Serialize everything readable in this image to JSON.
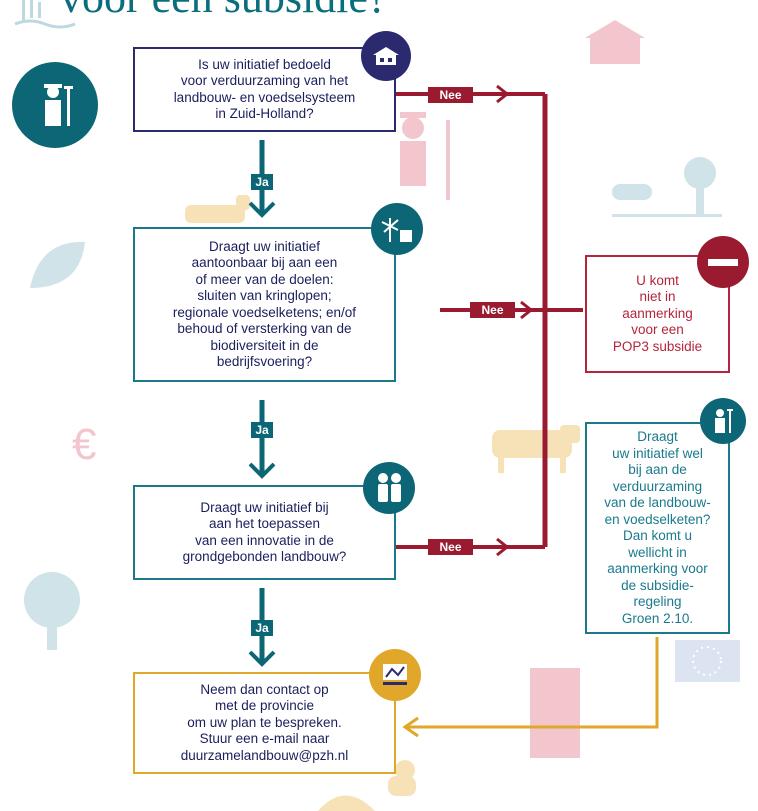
{
  "title": "voor een subsidie?",
  "nodes": {
    "q1": "Is uw initiatief bedoeld\nvoor verduurzaming van het\nlandbouw- en voedselsysteem\nin Zuid-Holland?",
    "q2": "Draagt uw initiatief\naantoonbaar bij aan een\nof meer van de doelen:\nsluiten van kringlopen;\nregionale voedselketens; en/of\nbehoud of versterking van de\nbiodiversiteit in de\nbedrijfsvoering?",
    "q3": "Draagt uw initiatief bij\naan het toepassen\nvan een innovatie in de\ngrondgebonden landbouw?",
    "contact": "Neem dan contact op\nmet de provincie\nom uw plan te bespreken.\nStuur een e-mail naar\nduurzamelandbouw@pzh.nl",
    "not_eligible": "U komt\nniet in\naanmerking\nvoor een\nPOP3 subsidie",
    "alternative": "Draagt\nuw initiatief wel\nbij aan de\nverduurzaming\nvan de landbouw-\nen voedselketen?\nDan komt u\nwellicht in\naanmerking voor\nde subsidie-\nregeling\nGroen 2.10."
  },
  "labels": {
    "yes": "Ja",
    "no": "Nee",
    "euro": "€"
  },
  "colors": {
    "teal": "#0d6676",
    "navy": "#2b2a6e",
    "red": "#9a1b2f",
    "gold": "#e0a72a",
    "bg_red": "#f2c6cc",
    "bg_teal": "#cfe3e8",
    "bg_gold": "#f6e2b6"
  },
  "icons": [
    "farmer-icon",
    "house-icon",
    "windmill-icon",
    "children-icon",
    "no-entry-icon",
    "province-logo-icon",
    "eu-flag-icon"
  ]
}
